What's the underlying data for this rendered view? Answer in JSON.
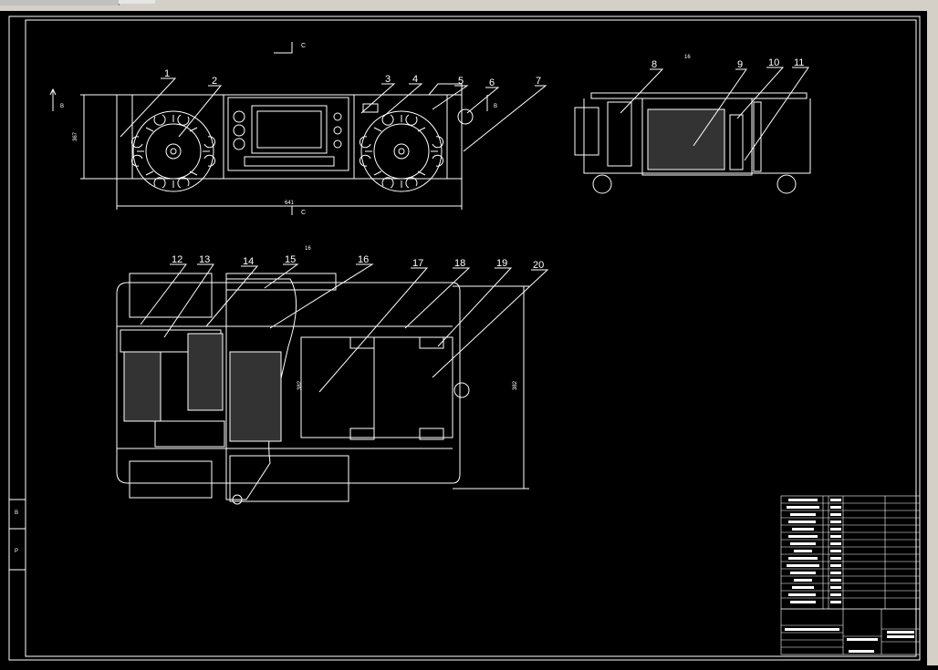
{
  "window": {
    "title": ""
  },
  "drawing": {
    "section_mark": "C",
    "view_mark_b": "B",
    "view_label_top": "16",
    "view_label_mid": "16",
    "dim_height": "367",
    "dim_width": "641",
    "dim_plan_height": "382",
    "dim_plan_inner": "382",
    "sidebar_marks": [
      "B",
      "P"
    ]
  },
  "callouts": [
    "1",
    "2",
    "3",
    "4",
    "5",
    "6",
    "7",
    "8",
    "9",
    "10",
    "11",
    "12",
    "13",
    "14",
    "15",
    "16",
    "17",
    "18",
    "19",
    "20"
  ],
  "colors": {
    "line": "#ffffff",
    "background": "#000000",
    "chrome": "#d4d0c8"
  }
}
